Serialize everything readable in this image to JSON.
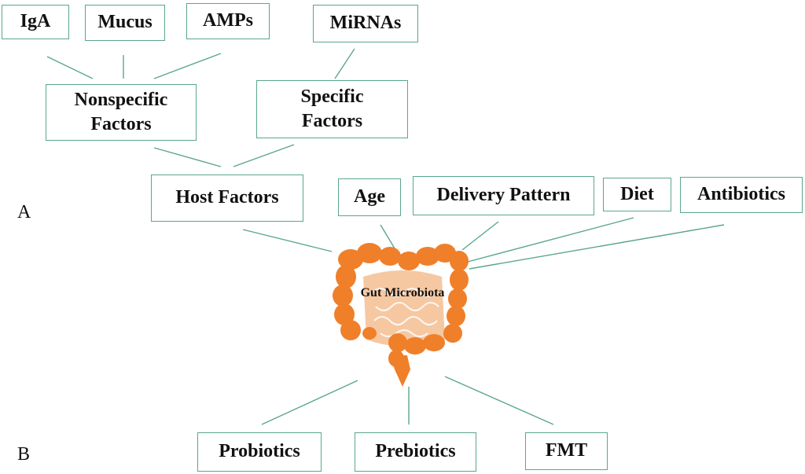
{
  "colors": {
    "connector": "#5aa78a",
    "gut": "#f07f2a",
    "gut_inner": "#f6c8a2"
  },
  "panels": {
    "a": "A",
    "b": "B"
  },
  "center": {
    "label": "Gut Microbiota"
  },
  "boxes": {
    "iga": "IgA",
    "mucus": "Mucus",
    "amps": "AMPs",
    "mirnas": "MiRNAs",
    "nonspecific": "Nonspecific Factors",
    "specific": "Specific Factors",
    "host": "Host Factors",
    "age": "Age",
    "delivery": "Delivery Pattern",
    "diet": "Diet",
    "antibiotics": "Antibiotics",
    "probiotics": "Probiotics",
    "prebiotics": "Prebiotics",
    "fmt": "FMT"
  }
}
